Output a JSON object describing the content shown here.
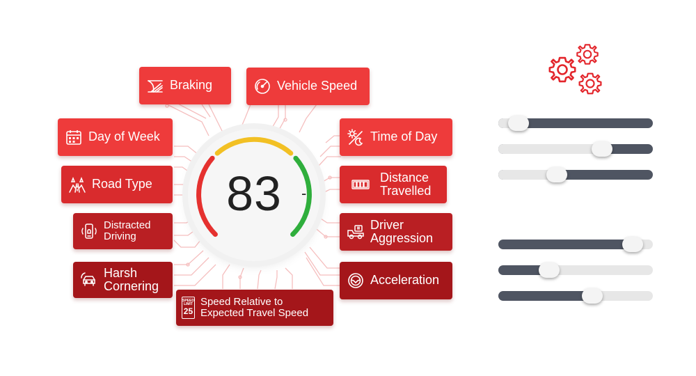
{
  "score": {
    "value": "83",
    "minus_label": "-"
  },
  "factors": [
    {
      "id": "braking",
      "label": "Braking",
      "icon": "braking-icon"
    },
    {
      "id": "vehicle-speed",
      "label": "Vehicle Speed",
      "icon": "speedometer-icon"
    },
    {
      "id": "day-of-week",
      "label": "Day of Week",
      "icon": "calendar-icon"
    },
    {
      "id": "time-of-day",
      "label": "Time of Day",
      "icon": "sun-moon-icon"
    },
    {
      "id": "road-type",
      "label": "Road Type",
      "icon": "road-icon"
    },
    {
      "id": "distance-travelled",
      "label": "Distance Travelled",
      "icon": "odometer-icon"
    },
    {
      "id": "distracted-driving",
      "label": "Distracted Driving",
      "icon": "phone-alert-icon"
    },
    {
      "id": "driver-aggression",
      "label": "Driver Aggression",
      "icon": "truck-icon"
    },
    {
      "id": "harsh-cornering",
      "label": "Harsh Cornering",
      "icon": "car-turn-icon"
    },
    {
      "id": "acceleration",
      "label": "Acceleration",
      "icon": "steering-wheel-icon"
    },
    {
      "id": "speed-relative",
      "label": "Speed Relative to Expected Travel Speed",
      "icon": "speed-limit-sign-icon"
    }
  ],
  "speed_limit_sign": {
    "top": "SPEED",
    "middle": "LIMIT",
    "number": "25"
  },
  "sliders_group_1": [
    0.13,
    0.67,
    0.38
  ],
  "sliders_group_2": [
    0.87,
    0.33,
    0.61
  ],
  "colors": {
    "bright_red": "#ee3b3b",
    "dark_red": "#a4161a",
    "gauge_red": "#e5312f",
    "gauge_yellow": "#f2c024",
    "gauge_green": "#2fae3c",
    "slider_dark": "#4f5562",
    "slider_light": "#e7e7e7"
  }
}
